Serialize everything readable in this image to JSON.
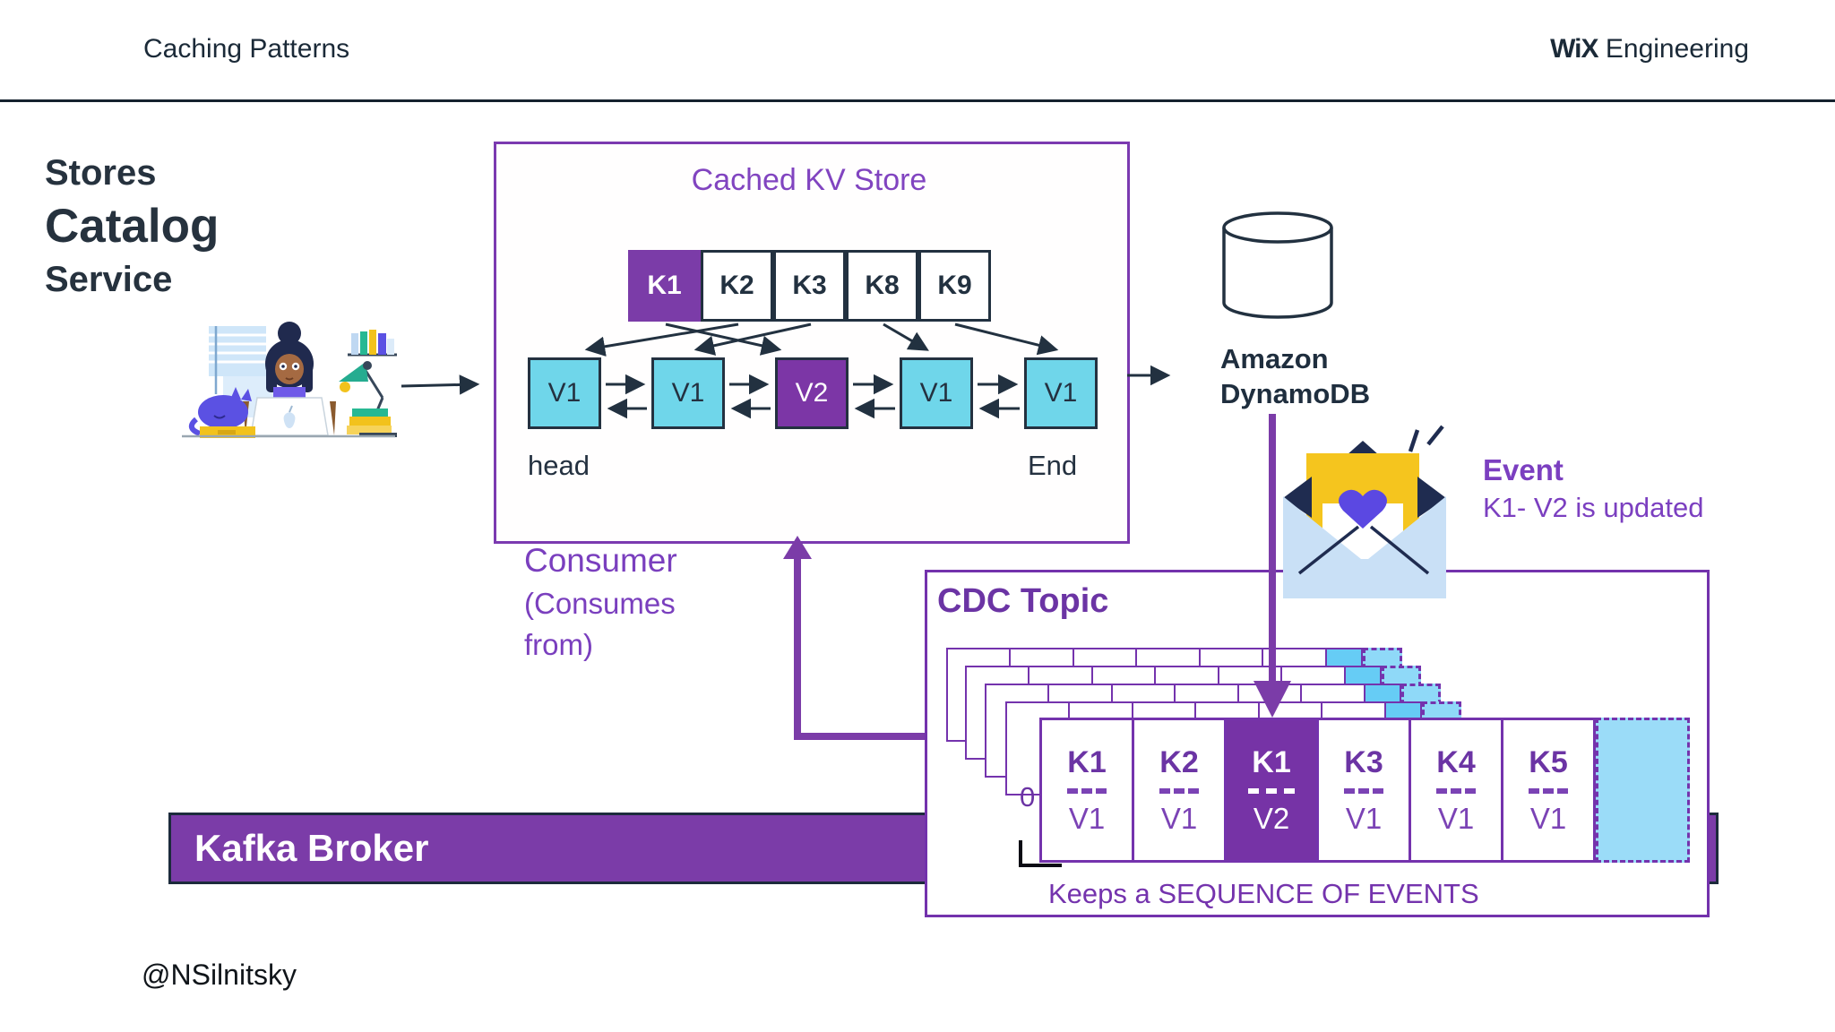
{
  "header": {
    "title": "Caching Patterns",
    "brand_bold": "WiX",
    "brand_rest": "Engineering"
  },
  "service": {
    "line1": "Stores",
    "line2": "Catalog",
    "line3": "Service"
  },
  "kv_store": {
    "title": "Cached KV Store",
    "keys": [
      {
        "label": "K1"
      },
      {
        "label": "K2"
      },
      {
        "label": "K3"
      },
      {
        "label": "K8"
      },
      {
        "label": "K9"
      }
    ],
    "values": [
      {
        "label": "V1"
      },
      {
        "label": "V1"
      },
      {
        "label": "V2"
      },
      {
        "label": "V1"
      },
      {
        "label": "V1"
      }
    ],
    "head_label": "head",
    "end_label": "End"
  },
  "dynamodb": {
    "line1": "Amazon",
    "line2": "DynamoDB"
  },
  "event": {
    "title": "Event",
    "subtitle": "K1- V2 is updated"
  },
  "consumer": {
    "line1": "Consumer",
    "line2": "(Consumes",
    "line3": "from)"
  },
  "cdc": {
    "title": "CDC Topic",
    "partition_label": "0",
    "cells": [
      {
        "key": "K1",
        "value": "V1"
      },
      {
        "key": "K2",
        "value": "V1"
      },
      {
        "key": "K1",
        "value": "V2"
      },
      {
        "key": "K3",
        "value": "V1"
      },
      {
        "key": "K4",
        "value": "V1"
      },
      {
        "key": "K5",
        "value": "V1"
      }
    ],
    "caption": "Keeps a SEQUENCE OF EVENTS"
  },
  "kafka": {
    "label": "Kafka Broker"
  },
  "footer": {
    "handle": "@NSilnitsky"
  },
  "colors": {
    "purple": "#7b3ca8",
    "purple_border": "#7433ad",
    "title_purple": "#8144c0",
    "cyan": "#6fd6ea",
    "strip_blue": "#66ccf5",
    "dashed_cell_blue": "#9bdcf8",
    "envelope_blue": "#c9e0f6",
    "yellow": "#f2c21c",
    "heart_purple": "#5b48e2",
    "dark_navy": "#223140"
  }
}
